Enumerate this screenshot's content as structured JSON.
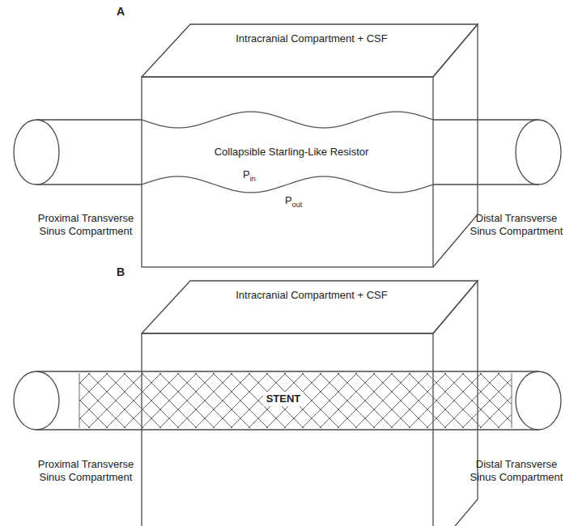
{
  "diagram": {
    "nodes": [
      {
        "text": [
          "Intracranial Compartment + CSF"
        ]
      },
      {
        "text": [
          "Collapsible Starling-Like Resistor"
        ],
        "in": 0
      },
      {
        "text": [
          "Proximal Transverse Sinus Compartment"
        ]
      },
      {
        "text": [
          "Distal Transverse Sinus Compartment"
        ]
      },
      {
        "text": [
          "Intracranial Compartment + CSF"
        ]
      },
      {
        "text": [
          "STENT"
        ],
        "in": 4
      },
      {
        "text": [
          "Proximal Transverse Sinus Compartment"
        ]
      },
      {
        "text": [
          "Distal Transverse Sinus Compartment"
        ]
      }
    ],
    "labels": [
      "A",
      "Pin",
      "Pout",
      "B"
    ]
  }
}
